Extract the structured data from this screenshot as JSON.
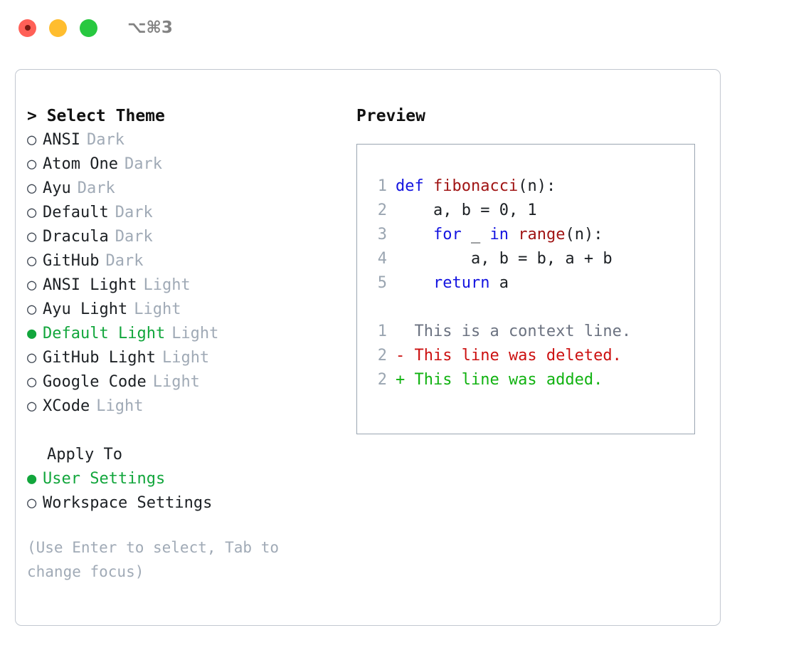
{
  "titlebar": {
    "traffic_lights": [
      "close-red",
      "minimize-yellow",
      "zoom-green"
    ],
    "shortcut": "⌥⌘3"
  },
  "left": {
    "title": "> Select Theme",
    "themes": [
      {
        "name": "ANSI",
        "variant": "Dark",
        "selected": false,
        "bullet": "○"
      },
      {
        "name": "Atom One",
        "variant": "Dark",
        "selected": false,
        "bullet": "○"
      },
      {
        "name": "Ayu",
        "variant": "Dark",
        "selected": false,
        "bullet": "○"
      },
      {
        "name": "Default",
        "variant": "Dark",
        "selected": false,
        "bullet": "○"
      },
      {
        "name": "Dracula",
        "variant": "Dark",
        "selected": false,
        "bullet": "○"
      },
      {
        "name": "GitHub",
        "variant": "Dark",
        "selected": false,
        "bullet": "○"
      },
      {
        "name": "ANSI Light",
        "variant": "Light",
        "selected": false,
        "bullet": "○"
      },
      {
        "name": "Ayu Light",
        "variant": "Light",
        "selected": false,
        "bullet": "○"
      },
      {
        "name": "Default Light",
        "variant": "Light",
        "selected": true,
        "bullet": "●"
      },
      {
        "name": "GitHub Light",
        "variant": "Light",
        "selected": false,
        "bullet": "○"
      },
      {
        "name": "Google Code",
        "variant": "Light",
        "selected": false,
        "bullet": "○"
      },
      {
        "name": "XCode",
        "variant": "Light",
        "selected": false,
        "bullet": "○"
      }
    ],
    "apply_to_heading": "Apply To",
    "apply_to_options": [
      {
        "name": "User Settings",
        "selected": true,
        "bullet": "●"
      },
      {
        "name": "Workspace Settings",
        "selected": false,
        "bullet": "○"
      }
    ],
    "hint": "(Use Enter to select, Tab to change focus)"
  },
  "right": {
    "title": "Preview",
    "code_lines": [
      {
        "num": "1",
        "tokens": [
          {
            "t": "def ",
            "c": "kw"
          },
          {
            "t": "fibonacci",
            "c": "fn"
          },
          {
            "t": "(n):",
            "c": "pl"
          }
        ]
      },
      {
        "num": "2",
        "tokens": [
          {
            "t": "    a, b = 0, 1",
            "c": "pl"
          }
        ]
      },
      {
        "num": "3",
        "tokens": [
          {
            "t": "    ",
            "c": "pl"
          },
          {
            "t": "for",
            "c": "kw"
          },
          {
            "t": " _ ",
            "c": "pl"
          },
          {
            "t": "in",
            "c": "kw"
          },
          {
            "t": " ",
            "c": "pl"
          },
          {
            "t": "range",
            "c": "fn"
          },
          {
            "t": "(n):",
            "c": "pl"
          }
        ]
      },
      {
        "num": "4",
        "tokens": [
          {
            "t": "        a, b = b, a + b",
            "c": "pl"
          }
        ]
      },
      {
        "num": "5",
        "tokens": [
          {
            "t": "    ",
            "c": "pl"
          },
          {
            "t": "return",
            "c": "kw"
          },
          {
            "t": " a",
            "c": "pl"
          }
        ]
      }
    ],
    "diff_lines": [
      {
        "num": "1",
        "marker": "  ",
        "text": "This is a context line.",
        "kind": "ctx"
      },
      {
        "num": "2",
        "marker": "- ",
        "text": "This line was deleted.",
        "kind": "del"
      },
      {
        "num": "2",
        "marker": "+ ",
        "text": "This line was added.",
        "kind": "add"
      }
    ]
  },
  "colors": {
    "accent_green": "#12a63c",
    "muted": "#a0aab6",
    "keyword_blue": "#1414e0",
    "function_red": "#a01414",
    "diff_add": "#11b211",
    "diff_del": "#cc1111",
    "border": "#c2c8d0",
    "preview_border": "#9aa5b1"
  }
}
